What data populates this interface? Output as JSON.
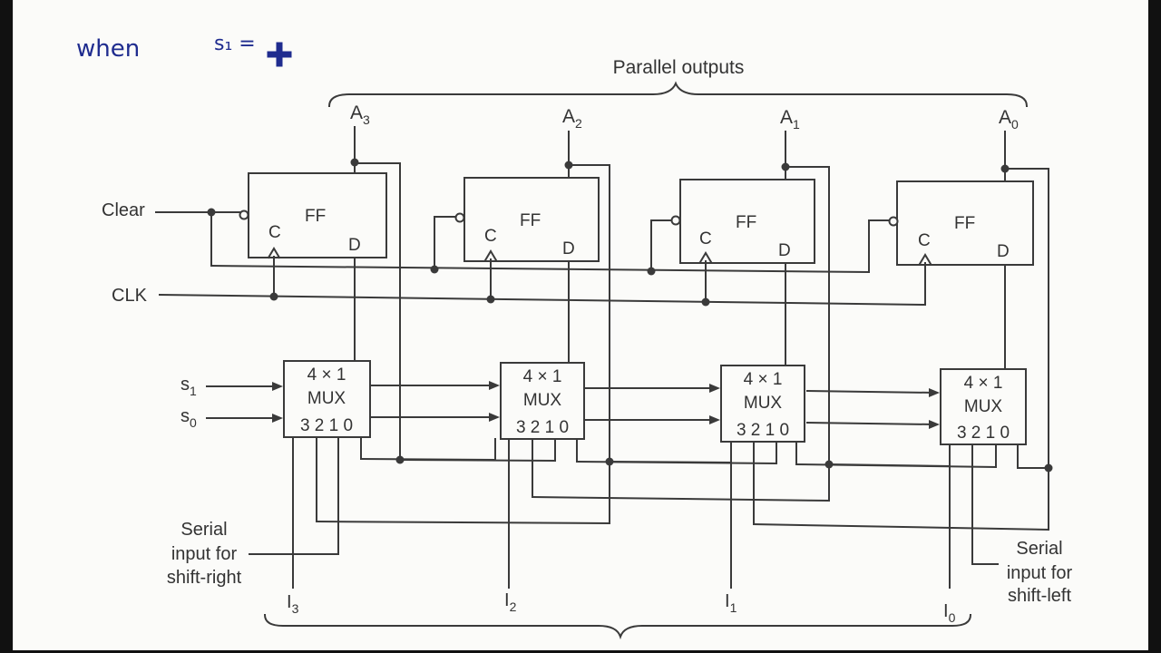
{
  "annotation": {
    "word": "when",
    "var": "s₁ ="
  },
  "title": "Parallel outputs",
  "outputs": [
    {
      "name": "A",
      "sub": "3"
    },
    {
      "name": "A",
      "sub": "2"
    },
    {
      "name": "A",
      "sub": "1"
    },
    {
      "name": "A",
      "sub": "0"
    }
  ],
  "inputs": [
    {
      "name": "I",
      "sub": "3"
    },
    {
      "name": "I",
      "sub": "2"
    },
    {
      "name": "I",
      "sub": "1"
    },
    {
      "name": "I",
      "sub": "0"
    }
  ],
  "ff": {
    "label": "FF",
    "clock_pin": "C",
    "data_pin": "D"
  },
  "mux": {
    "line1": "4 × 1",
    "line2": "MUX",
    "pins": "3 2 1 0"
  },
  "signals": {
    "clear": "Clear",
    "clk": "CLK",
    "s1": "s",
    "s1_sub": "1",
    "s0": "s",
    "s0_sub": "0"
  },
  "serial_right": [
    "Serial",
    "input for",
    "shift-right"
  ],
  "serial_left": [
    "Serial",
    "input for",
    "shift-left"
  ],
  "colors": {
    "ink": "#3a3a3a",
    "annotation": "#1f2c8f",
    "paper": "#fbfbf9"
  }
}
